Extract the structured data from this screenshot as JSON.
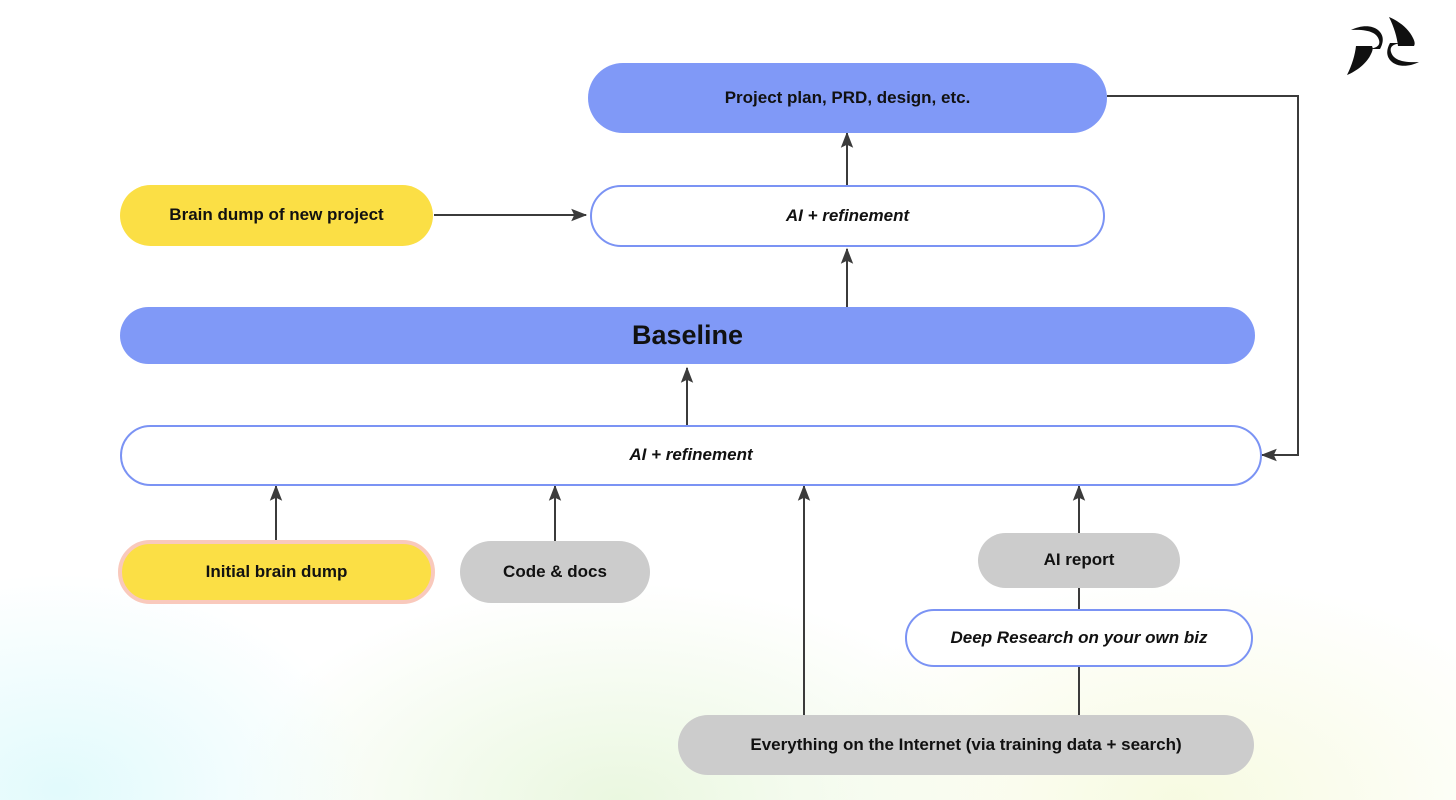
{
  "diagram": {
    "title": "Baseline context workflow",
    "background_colors": {
      "base": "#ffffff",
      "tint_left": "#e0fafc",
      "tint_center": "#e9f7de",
      "tint_right": "#f6fade"
    },
    "palette": {
      "blue_fill": "#8099f7",
      "blue_border": "#7b93f4",
      "yellow_fill": "#fbdf45",
      "pink_border": "#f9c9bc",
      "gray_fill": "#cccccc",
      "arrow": "#333333",
      "text": "#111111",
      "logo": "#101010"
    },
    "nodes": [
      {
        "id": "project-plan",
        "label": "Project plan, PRD, design, etc."
      },
      {
        "id": "brain-dump-new",
        "label": "Brain dump of new project"
      },
      {
        "id": "ai-refinement-top",
        "label": "AI + refinement"
      },
      {
        "id": "baseline",
        "label": "Baseline"
      },
      {
        "id": "ai-refinement-bottom",
        "label": "AI + refinement"
      },
      {
        "id": "initial-brain-dump",
        "label": "Initial brain dump"
      },
      {
        "id": "code-and-docs",
        "label": "Code & docs"
      },
      {
        "id": "ai-report",
        "label": "AI report"
      },
      {
        "id": "deep-research",
        "label": "Deep Research on your own biz"
      },
      {
        "id": "everything-internet",
        "label": "Everything on the Internet (via training data + search)"
      }
    ],
    "edges": [
      {
        "from": "brain-dump-new",
        "to": "ai-refinement-top"
      },
      {
        "from": "ai-refinement-top",
        "to": "project-plan"
      },
      {
        "from": "baseline",
        "to": "ai-refinement-top"
      },
      {
        "from": "ai-refinement-bottom",
        "to": "baseline"
      },
      {
        "from": "initial-brain-dump",
        "to": "ai-refinement-bottom"
      },
      {
        "from": "code-and-docs",
        "to": "ai-refinement-bottom"
      },
      {
        "from": "everything-internet",
        "to": "ai-refinement-bottom"
      },
      {
        "from": "ai-report",
        "to": "ai-refinement-bottom"
      },
      {
        "from": "deep-research",
        "to": "ai-report"
      },
      {
        "from": "everything-internet",
        "to": "deep-research"
      },
      {
        "from": "project-plan",
        "to": "ai-refinement-bottom"
      }
    ],
    "logo": {
      "name": "brand-logo"
    }
  }
}
